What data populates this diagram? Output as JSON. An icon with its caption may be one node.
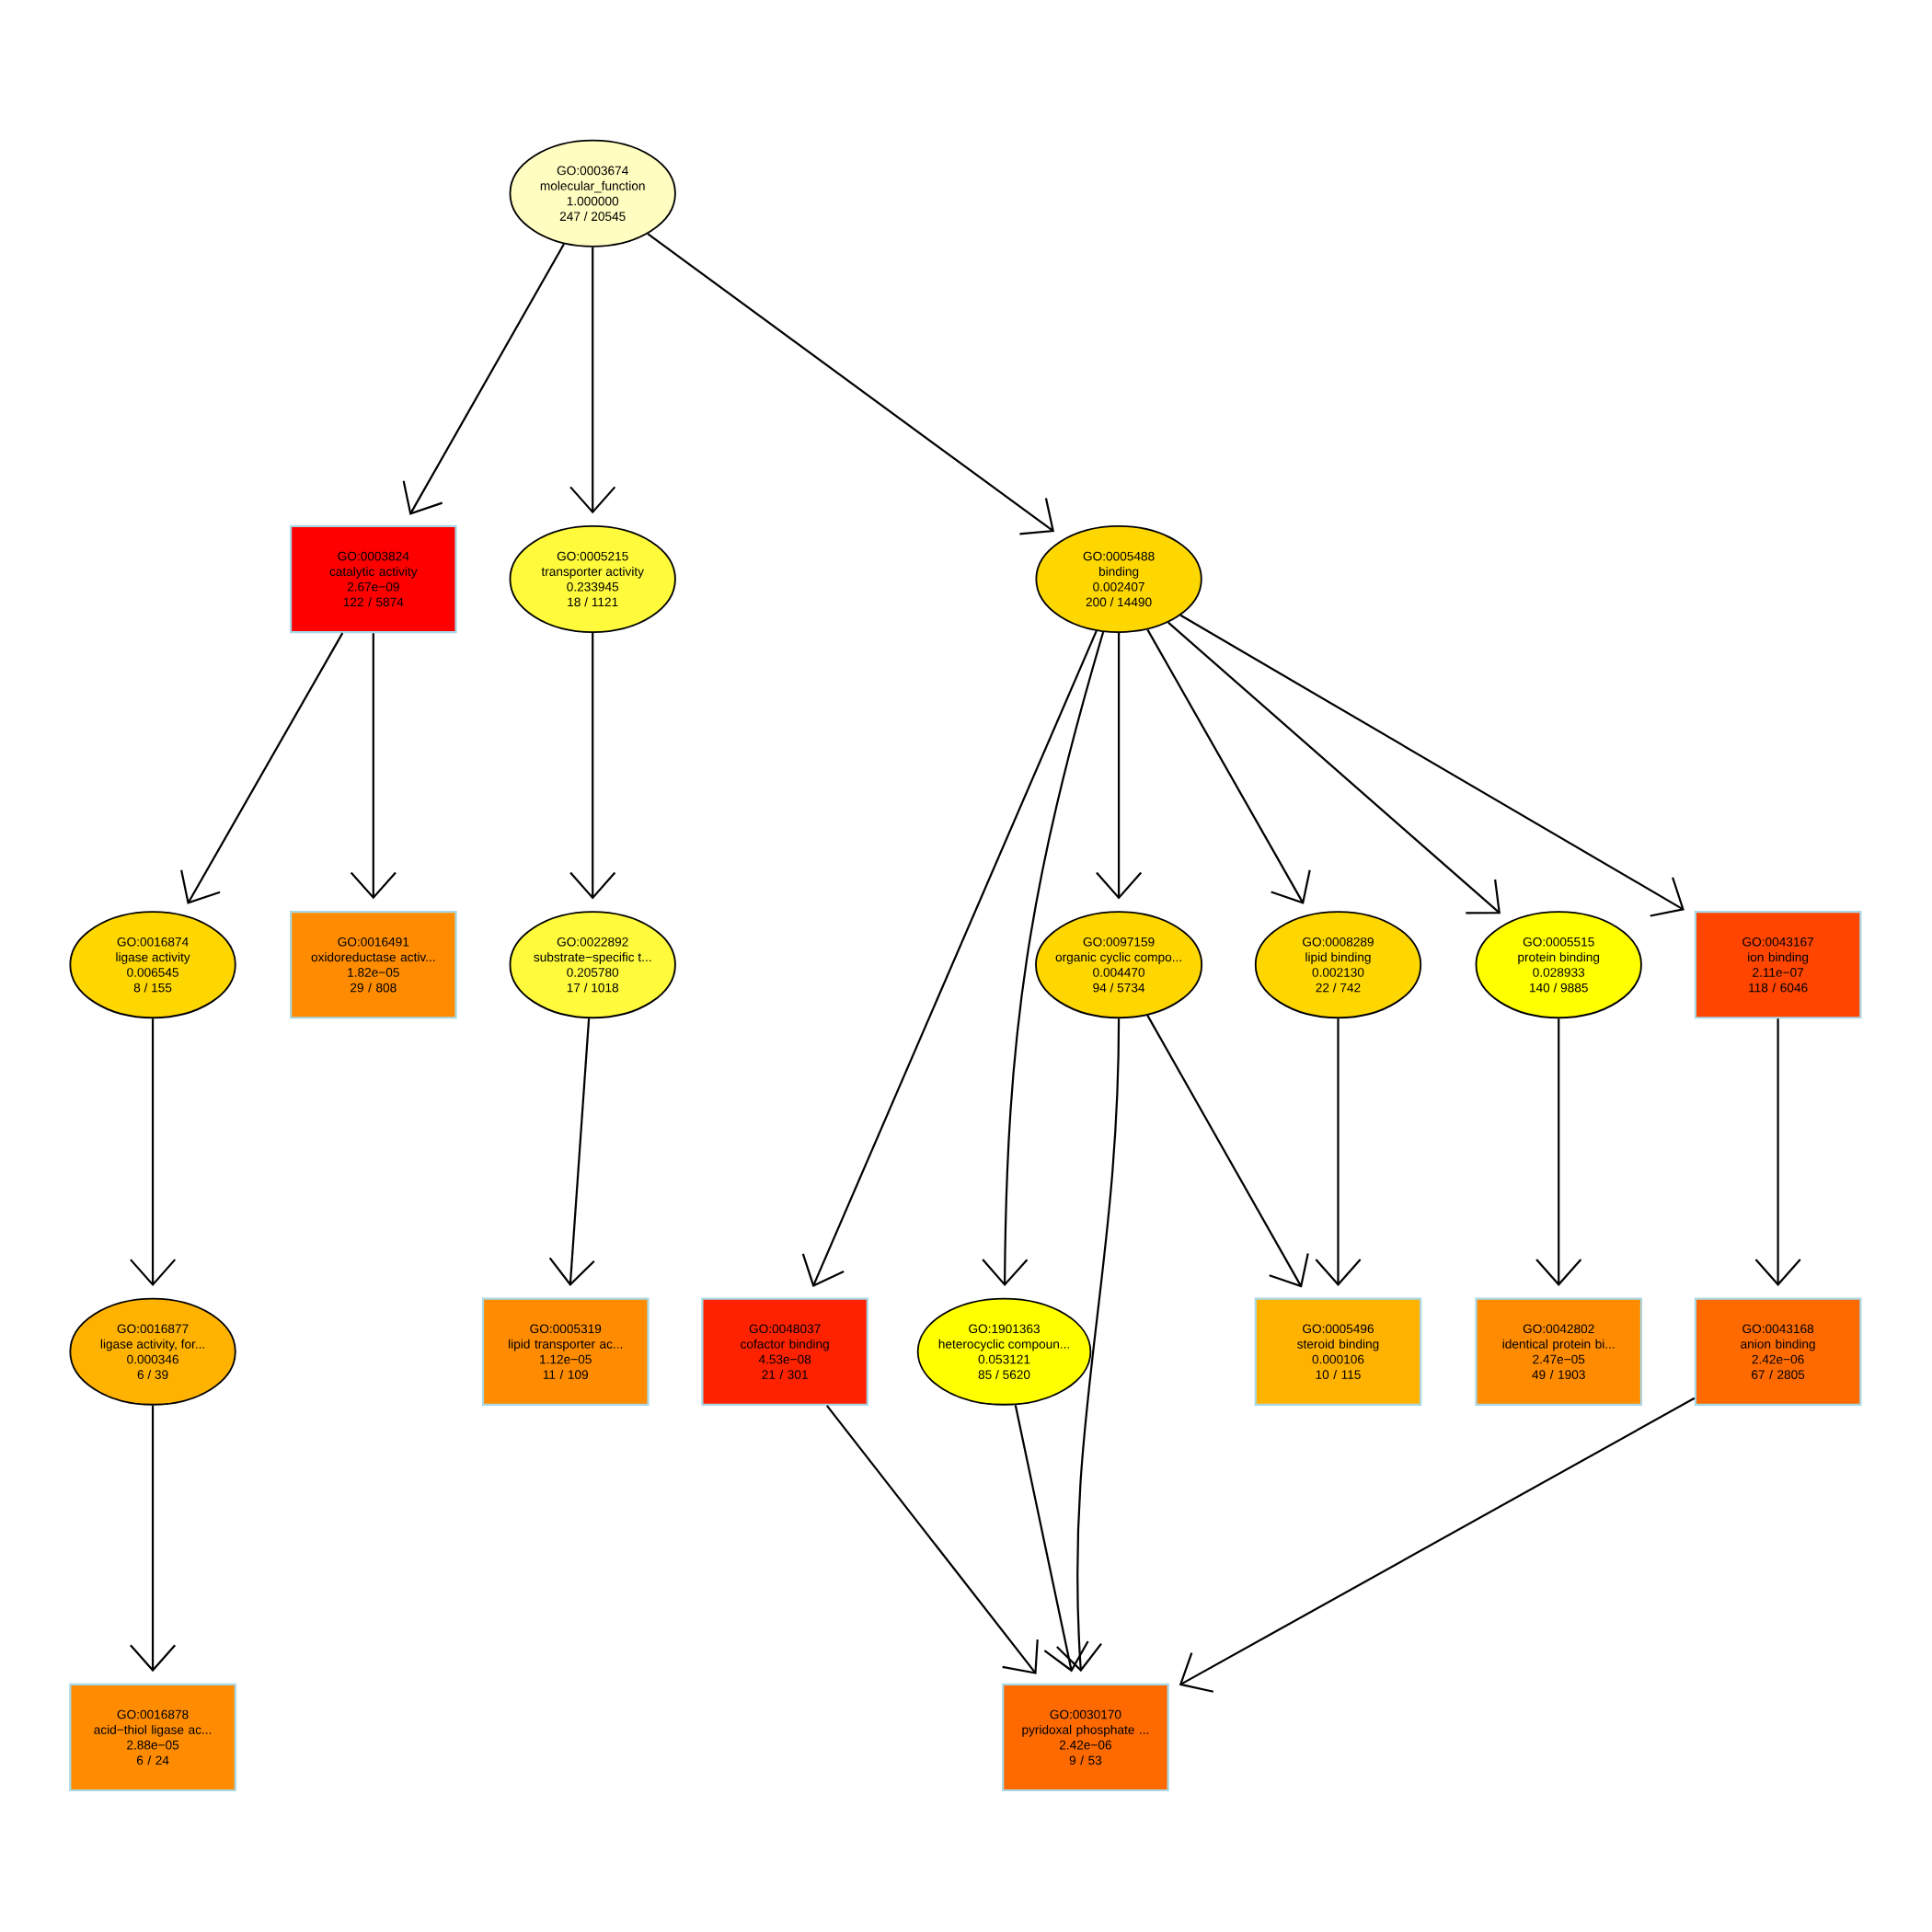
{
  "diagram": {
    "nodes": [
      {
        "text": [
          "GO:0003674",
          "molecular_function",
          "1.000000",
          "247 / 20545"
        ]
      },
      {
        "text": [
          "GO:0003824",
          "catalytic activity",
          "2.67e−09",
          "122 / 5874"
        ]
      },
      {
        "text": [
          "GO:0005215",
          "transporter activity",
          "0.233945",
          "18 / 1121"
        ]
      },
      {
        "text": [
          "GO:0005488",
          "binding",
          "0.002407",
          "200 / 14490"
        ]
      },
      {
        "text": [
          "GO:0016874",
          "ligase activity",
          "0.006545",
          "8 / 155"
        ]
      },
      {
        "text": [
          "GO:0016491",
          "oxidoreductase activ...",
          "1.82e−05",
          "29 / 808"
        ]
      },
      {
        "text": [
          "GO:0022892",
          "substrate−specific t...",
          "0.205780",
          "17 / 1018"
        ]
      },
      {
        "text": [
          "GO:0097159",
          "organic cyclic compo...",
          "0.004470",
          "94 / 5734"
        ]
      },
      {
        "text": [
          "GO:0008289",
          "lipid binding",
          "0.002130",
          "22 / 742"
        ]
      },
      {
        "text": [
          "GO:0005515",
          "protein binding",
          "0.028933",
          "140 / 9885"
        ]
      },
      {
        "text": [
          "GO:0043167",
          "ion binding",
          "2.11e−07",
          "118 / 6046"
        ]
      },
      {
        "text": [
          "GO:0016877",
          "ligase activity, for...",
          "0.000346",
          "6 / 39"
        ]
      },
      {
        "text": [
          "GO:0005319",
          "lipid transporter ac...",
          "1.12e−05",
          "11 / 109"
        ]
      },
      {
        "text": [
          "GO:0048037",
          "cofactor binding",
          "4.53e−08",
          "21 / 301"
        ]
      },
      {
        "text": [
          "GO:1901363",
          "heterocyclic compoun...",
          "0.053121",
          "85 / 5620"
        ]
      },
      {
        "text": [
          "GO:0005496",
          "steroid binding",
          "0.000106",
          "10 / 115"
        ]
      },
      {
        "text": [
          "GO:0042802",
          "identical protein bi...",
          "2.47e−05",
          "49 / 1903"
        ]
      },
      {
        "text": [
          "GO:0043168",
          "anion binding",
          "2.42e−06",
          "67 / 2805"
        ]
      },
      {
        "text": [
          "GO:0016878",
          "acid−thiol ligase ac...",
          "2.88e−05",
          "6 / 24"
        ]
      },
      {
        "text": [
          "GO:0030170",
          "pyridoxal phosphate ...",
          "2.42e−06",
          "9 / 53"
        ]
      }
    ],
    "edges": [
      {
        "from": 0,
        "to": 1,
        "arrow": "to"
      },
      {
        "from": 0,
        "to": 2,
        "arrow": "to"
      },
      {
        "from": 0,
        "to": 3,
        "arrow": "to"
      },
      {
        "from": 1,
        "to": 4,
        "arrow": "to"
      },
      {
        "from": 1,
        "to": 5,
        "arrow": "to"
      },
      {
        "from": 2,
        "to": 6,
        "arrow": "to"
      },
      {
        "from": 3,
        "to": 13,
        "arrow": "to"
      },
      {
        "from": 3,
        "to": 14,
        "arrow": "to"
      },
      {
        "from": 3,
        "to": 7,
        "arrow": "to"
      },
      {
        "from": 3,
        "to": 8,
        "arrow": "to"
      },
      {
        "from": 3,
        "to": 9,
        "arrow": "to"
      },
      {
        "from": 3,
        "to": 10,
        "arrow": "to"
      },
      {
        "from": 4,
        "to": 11,
        "arrow": "to"
      },
      {
        "from": 6,
        "to": 12,
        "arrow": "to"
      },
      {
        "from": 7,
        "to": 15,
        "arrow": "to"
      },
      {
        "from": 7,
        "to": 19,
        "arrow": "to"
      },
      {
        "from": 8,
        "to": 15,
        "arrow": "to"
      },
      {
        "from": 9,
        "to": 16,
        "arrow": "to"
      },
      {
        "from": 10,
        "to": 17,
        "arrow": "to"
      },
      {
        "from": 11,
        "to": 18,
        "arrow": "to"
      },
      {
        "from": 13,
        "to": 19,
        "arrow": "to"
      },
      {
        "from": 14,
        "to": 19,
        "arrow": "to"
      },
      {
        "from": 17,
        "to": 19,
        "arrow": "to"
      }
    ]
  }
}
